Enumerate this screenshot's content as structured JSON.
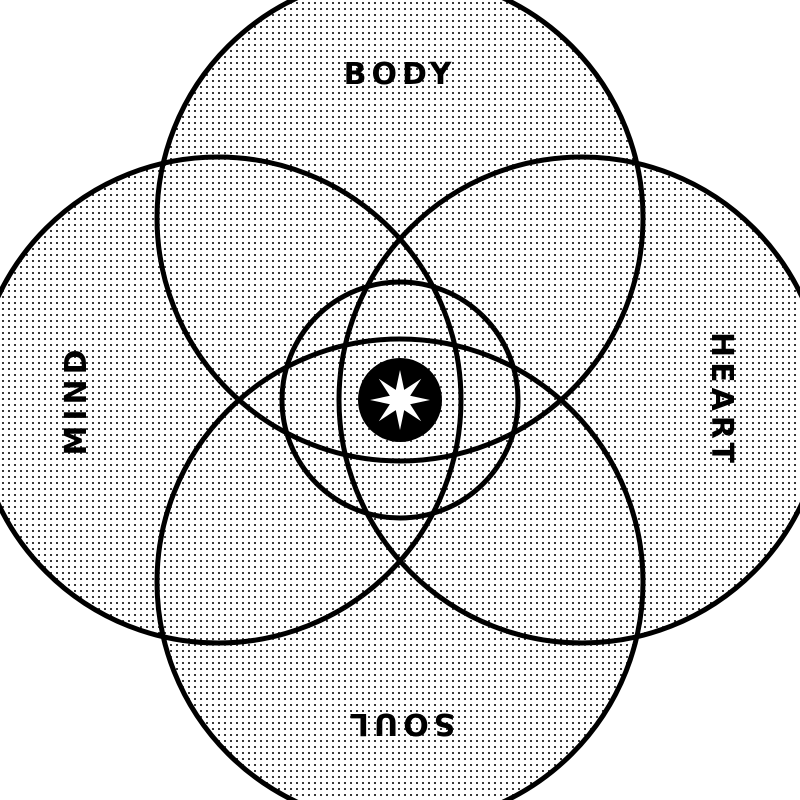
{
  "diagram": {
    "type": "four-circle-venn",
    "labels": {
      "top": "BODY",
      "left": "MIND",
      "right": "HEART",
      "bottom": "SOUL"
    },
    "center_symbol": "eight-point-star-icon",
    "colors": {
      "stroke": "#000000",
      "dot": "#000000",
      "background": "#ffffff",
      "star": "#ffffff"
    }
  }
}
